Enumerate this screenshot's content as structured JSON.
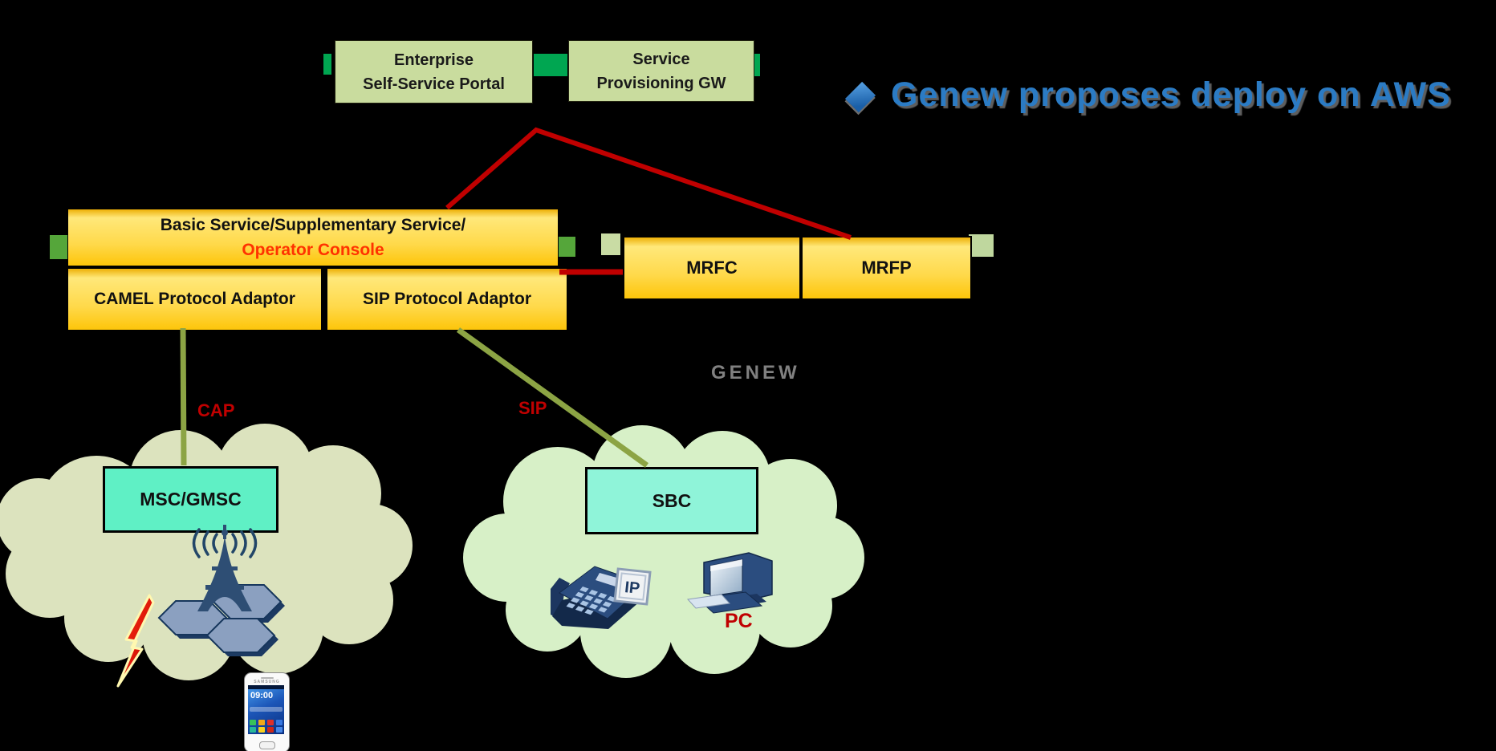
{
  "title": {
    "text": "Genew proposes deploy on AWS"
  },
  "watermark": "GENEW",
  "boxes": {
    "enterprise_portal": {
      "line1": "Enterprise",
      "line2": "Self-Service Portal"
    },
    "service_gw": {
      "line1": "Service",
      "line2": "Provisioning GW"
    },
    "basic_service": {
      "line1": "Basic Service/Supplementary Service/",
      "line2": "Operator Console"
    },
    "camel_adaptor": {
      "label": "CAMEL Protocol Adaptor"
    },
    "sip_adaptor": {
      "label": "SIP Protocol Adaptor"
    },
    "mrfc": {
      "label": "MRFC"
    },
    "mrfp": {
      "label": "MRFP"
    },
    "msc": {
      "label": "MSC/GMSC"
    },
    "sbc": {
      "label": "SBC"
    }
  },
  "edge_labels": {
    "cap": "CAP",
    "sip": "SIP"
  },
  "icon_labels": {
    "pc": "PC",
    "ip_sign": "IP"
  },
  "phone": {
    "brand": "SAMSUNG",
    "time": "09:00"
  },
  "colors": {
    "background": "#000000",
    "portal_box": "#C9DC9E",
    "yellow_box_top": "#FFE87A",
    "yellow_box_bottom": "#FDC50A",
    "turquoise_msc": "#5FF0C5",
    "turquoise_sbc": "#8FF4D9",
    "cloud_left": "#DCE3BE",
    "cloud_right": "#D7F0C7",
    "red_line": "#C00000",
    "olive_line": "#8CA444",
    "green_connector": "#00A651",
    "green_connector_dark": "#55A63A",
    "green_connector_light": "#C9DCA4",
    "title_blue": "#2B7BC4",
    "operator_console_red": "#FF3200",
    "watermark_gray": "#808080"
  }
}
